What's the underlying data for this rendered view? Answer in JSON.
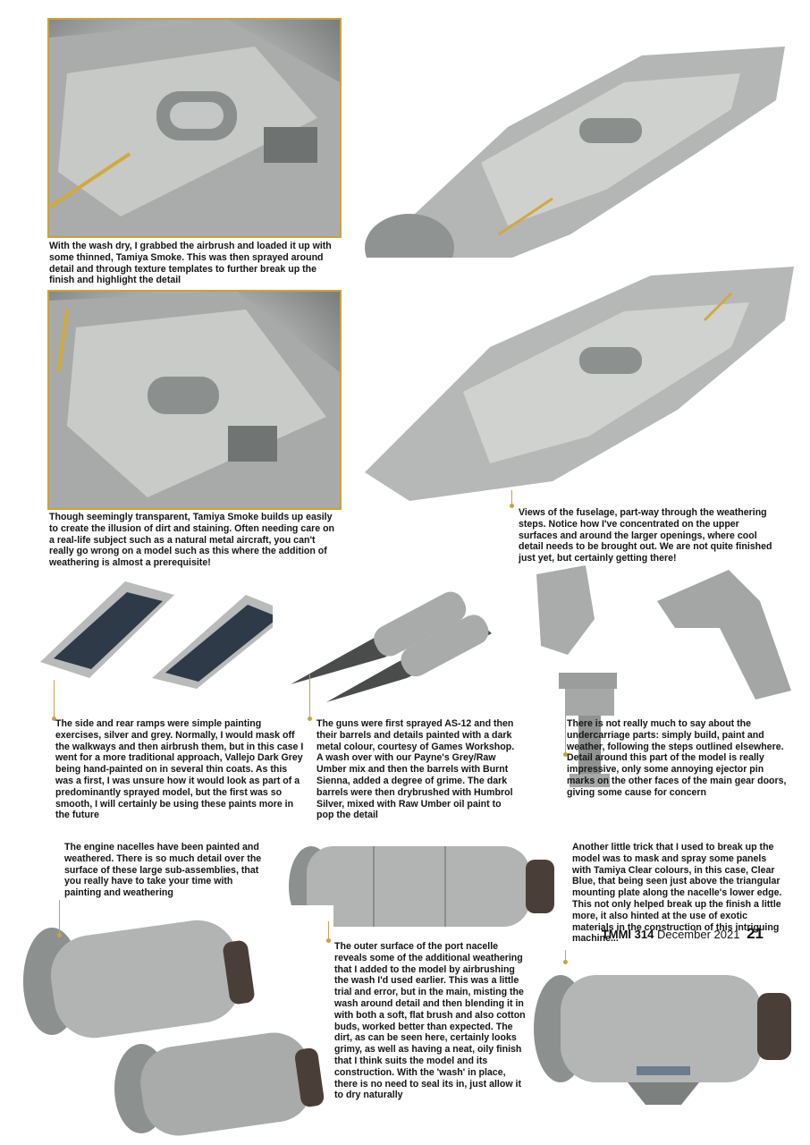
{
  "captions": {
    "wash_dry": "With the wash dry, I grabbed the airbrush and loaded it up with some thinned, Tamiya Smoke. This was then sprayed around detail and through texture templates to further break up the finish and highlight the detail",
    "smoke": "Though seemingly transparent, Tamiya Smoke builds up easily to create the illusion of dirt and staining. Often needing care on a real-life subject such as a natural metal aircraft, you can't really go wrong on a model such as this where the addition of weathering is almost a prerequisite!",
    "fuselage_views": "Views of the fuselage, part-way through the weathering steps. Notice how I've concentrated on the upper surfaces and around the larger openings, where cool detail needs to be brought out. We are not quite finished just yet, but certainly getting there!",
    "ramps": "The side and rear ramps were simple painting exercises, silver and grey. Normally, I would mask off the walkways and then airbrush them, but in this case I went for a more traditional approach, Vallejo Dark Grey being hand-painted on in several thin coats. As this was a first, I was unsure how it would look as part of a predominantly sprayed model, but the first was so smooth, I will certainly be using these paints more in the future",
    "guns": "The guns were first sprayed AS-12 and then their barrels and details painted with a dark metal colour, courtesy of Games Workshop. A wash over with our Payne's Grey/Raw Umber mix and then the barrels with Burnt Sienna, added a degree of grime. The dark barrels were then drybrushed with Humbrol Silver, mixed with Raw Umber oil paint to pop the detail",
    "undercarriage": "There is not really much to say about the undercarriage parts: simply build, paint and weather, following the steps outlined elsewhere. Detail around this part of the model is really impressive, only some annoying ejector pin marks on the other faces of the main gear doors, giving some cause for concern",
    "engine_nacelles": "The engine nacelles have been painted and weathered. There is so much detail over the surface of these large sub-assemblies, that you really have to take your time with painting and weathering",
    "port_nacelle": "The outer surface of the port nacelle reveals some of the additional weathering that I added to the model by airbrushing the wash I'd used earlier. This was a little trial and error, but in the main, misting the wash around detail and then blending it in with both a soft, flat brush and also cotton buds, worked better than expected. The dirt, as can be seen here, certainly looks grimy, as well as having a neat, oily finish that I think suits the model and its construction. With the 'wash' in place, there is no need to seal its in, just allow it to dry naturally",
    "clear_colours": "Another little trick that I used to break up the model was to mask and spray some panels with Tamiya Clear colours, in this case, Clear Blue, that being seen just above the triangular mounting plate along the nacelle's lower edge. This not only helped break up the finish a little more, it also hinted at the use of exotic materials in the construction of this intriguing machine..."
  },
  "footer": {
    "issue": "TMMI 314",
    "date": "December 2021",
    "page": "21"
  },
  "colors": {
    "accent_gold": "#c9a241",
    "panel_grey": "#b9bcba",
    "ramp_blue": "#2e3a48"
  }
}
